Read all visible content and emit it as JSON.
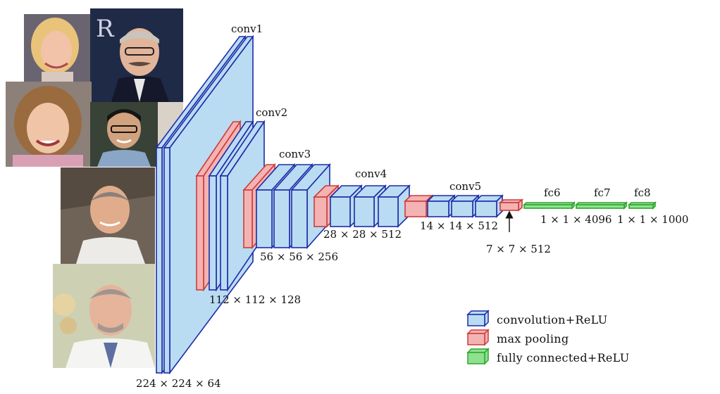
{
  "diagram": {
    "stages": [
      {
        "name": "conv1",
        "size": "224 × 224 × 64"
      },
      {
        "name": "conv2",
        "size": "112 × 112 × 128"
      },
      {
        "name": "conv3",
        "size": "56 × 56 × 256"
      },
      {
        "name": "conv4",
        "size": "28 × 28 × 512"
      },
      {
        "name": "conv5",
        "size": "14 × 14 × 512"
      },
      {
        "name": "",
        "size": "7 × 7 × 512"
      },
      {
        "name": "fc6",
        "size": "1 × 1 × 4096"
      },
      {
        "name": "fc7",
        "size": ""
      },
      {
        "name": "fc8",
        "size": "1 × 1 × 1000"
      }
    ],
    "legend": [
      {
        "label": "convolution+ReLU",
        "color": "#b9dcf2",
        "stroke": "#1f2aa8"
      },
      {
        "label": "max pooling",
        "color": "#f3b3b3",
        "stroke": "#d03a3a"
      },
      {
        "label": "fully connected+ReLU",
        "color": "#8fe08f",
        "stroke": "#2ea62e"
      }
    ],
    "colors": {
      "conv_fill": "#b9dcf2",
      "conv_stroke": "#1f2aa8",
      "pool_fill": "#f3b3b3",
      "pool_stroke": "#d03a3a",
      "fc_fill": "#8fe08f",
      "fc_stroke": "#2ea62e"
    }
  },
  "photos": [
    {
      "name": "face-photo-blonde-woman"
    },
    {
      "name": "face-photo-man-mustache"
    },
    {
      "name": "face-photo-curly-woman"
    },
    {
      "name": "face-photo-young-man-glasses"
    },
    {
      "name": "face-photo-man-smiling"
    },
    {
      "name": "face-photo-man-labcoat"
    }
  ]
}
